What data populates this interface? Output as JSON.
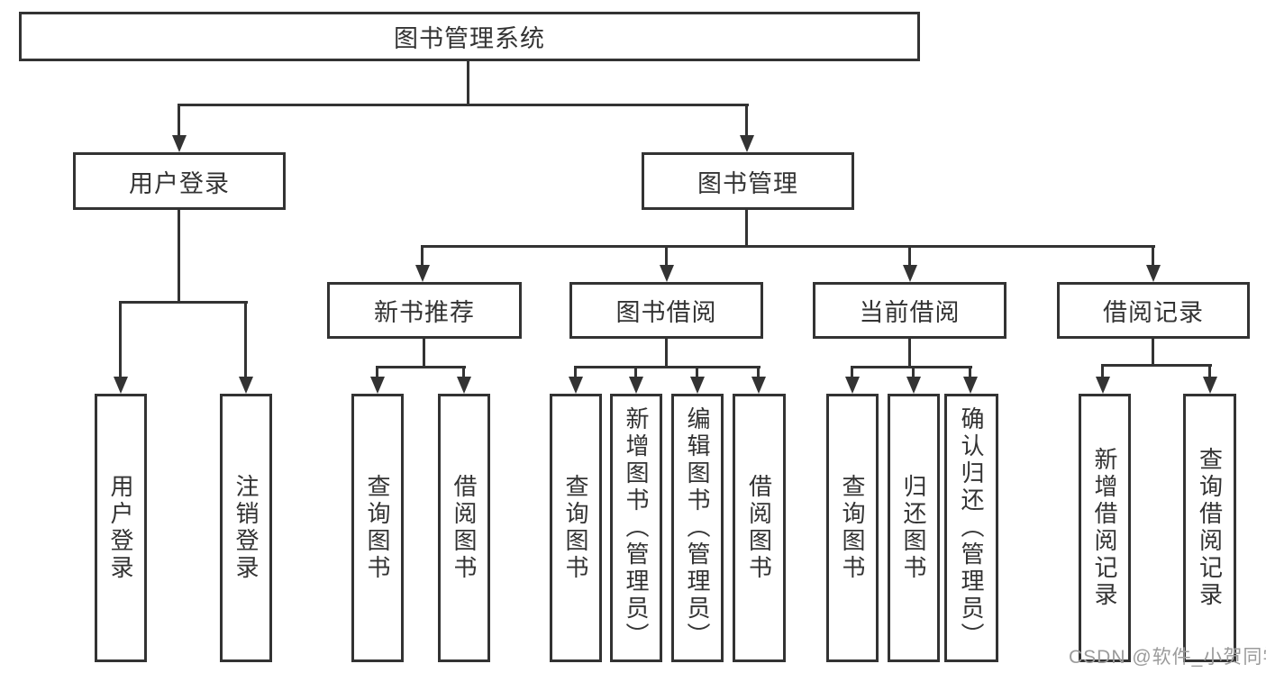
{
  "diagram": {
    "root": {
      "label": "图书管理系统"
    },
    "level2": [
      {
        "label": "用户登录"
      },
      {
        "label": "图书管理"
      }
    ],
    "level3": [
      {
        "label": "新书推荐"
      },
      {
        "label": "图书借阅"
      },
      {
        "label": "当前借阅"
      },
      {
        "label": "借阅记录"
      }
    ],
    "leaves": {
      "user_login": [
        {
          "label": "用户登录"
        },
        {
          "label": "注销登录"
        }
      ],
      "new_book_recommend": [
        {
          "label": "查询图书"
        },
        {
          "label": "借阅图书"
        }
      ],
      "book_borrowing": [
        {
          "label": "查询图书"
        },
        {
          "label": "新增图书（管理员）"
        },
        {
          "label": "编辑图书（管理员）"
        },
        {
          "label": "借阅图书"
        }
      ],
      "current_borrowing": [
        {
          "label": "查询图书"
        },
        {
          "label": "归还图书"
        },
        {
          "label": "确认归还（管理员）"
        }
      ],
      "borrowing_records": [
        {
          "label": "新增借阅记录"
        },
        {
          "label": "查询借阅记录"
        }
      ]
    },
    "watermark": "CSDN @软件_小贺同学",
    "colors": {
      "line": "#333333",
      "text": "#333333",
      "box_background": "#ffffff",
      "watermark": "#9b9b9b"
    }
  }
}
